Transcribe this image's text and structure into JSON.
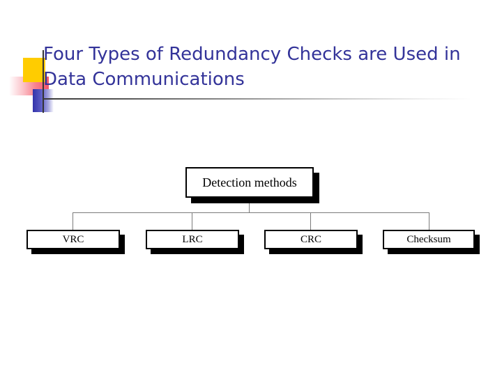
{
  "slide": {
    "background_color": "#ffffff",
    "title": "Four Types of Redundancy Checks are Used in Data Communications",
    "title_color": "#333399",
    "decoration": {
      "yellow_color": "#FFCC00",
      "red_color": "#F4556A",
      "blue_color": "#3333AA",
      "line_color": "#333333"
    }
  },
  "chart_data": {
    "type": "diagram",
    "diagram_kind": "tree",
    "title": "Four Types of Redundancy Checks are Used in Data Communications",
    "root": {
      "id": "detection-methods",
      "label": "Detection methods"
    },
    "children": [
      {
        "id": "vrc",
        "label": "VRC"
      },
      {
        "id": "lrc",
        "label": "LRC"
      },
      {
        "id": "crc",
        "label": "CRC"
      },
      {
        "id": "checksum",
        "label": "Checksum"
      }
    ],
    "edges": [
      {
        "from": "detection-methods",
        "to": "vrc"
      },
      {
        "from": "detection-methods",
        "to": "lrc"
      },
      {
        "from": "detection-methods",
        "to": "crc"
      },
      {
        "from": "detection-methods",
        "to": "checksum"
      }
    ],
    "node_style": {
      "fill": "#ffffff",
      "border": "#000000",
      "shadow": "#000000",
      "text": "#000000"
    },
    "connector_color": "#7a7a7a"
  }
}
